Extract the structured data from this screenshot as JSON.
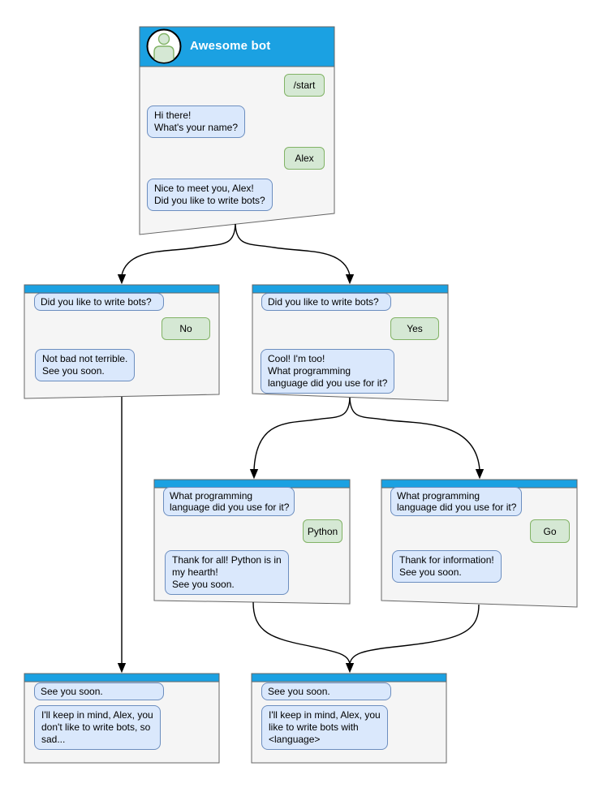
{
  "diagram": {
    "kind": "chat-bot-conversation-flowchart",
    "colors": {
      "header_blue": "#1ba1e2",
      "window_fill": "#f5f5f5",
      "window_border": "#666666",
      "bot_bubble_fill": "#dae8fc",
      "bot_bubble_border": "#6c8ebf",
      "user_bubble_fill": "#d5e8d4",
      "user_bubble_border": "#82b366",
      "arrow": "#000000",
      "title_text": "#ffffff"
    }
  },
  "windows": [
    {
      "key": "start",
      "title": "Awesome bot",
      "messages": [
        {
          "from": "user",
          "text": "/start"
        },
        {
          "from": "bot",
          "text": "Hi there!\nWhat's your name?"
        },
        {
          "from": "user",
          "text": "Alex"
        },
        {
          "from": "bot",
          "text": "Nice to meet you, Alex!\nDid you like to write bots?"
        }
      ]
    },
    {
      "key": "branch-no",
      "messages": [
        {
          "from": "bot",
          "text": "Did you like to write bots?"
        },
        {
          "from": "user",
          "text": "No"
        },
        {
          "from": "bot",
          "text": "Not bad not terrible.\nSee you soon."
        }
      ]
    },
    {
      "key": "branch-yes",
      "messages": [
        {
          "from": "bot",
          "text": "Did you like to write bots?"
        },
        {
          "from": "user",
          "text": "Yes"
        },
        {
          "from": "bot",
          "text": "Cool! I'm too!\nWhat programming\nlanguage did you use for it?"
        }
      ]
    },
    {
      "key": "lang-python",
      "messages": [
        {
          "from": "bot",
          "text": "What programming\nlanguage did you use for it?"
        },
        {
          "from": "user",
          "text": "Python"
        },
        {
          "from": "bot",
          "text": "Thank for all! Python is in\nmy hearth!\nSee you soon."
        }
      ]
    },
    {
      "key": "lang-go",
      "messages": [
        {
          "from": "bot",
          "text": "What programming\nlanguage did you use for it?"
        },
        {
          "from": "user",
          "text": "Go"
        },
        {
          "from": "bot",
          "text": "Thank for information!\nSee you soon."
        }
      ]
    },
    {
      "key": "end-no",
      "messages": [
        {
          "from": "bot",
          "text": "See you soon."
        },
        {
          "from": "bot",
          "text": "I'll keep in mind, Alex, you\ndon't like to write bots, so\nsad..."
        }
      ]
    },
    {
      "key": "end-yes",
      "messages": [
        {
          "from": "bot",
          "text": "See you soon."
        },
        {
          "from": "bot",
          "text": "I'll keep in mind, Alex, you\nlike to write bots with\n<language>"
        }
      ]
    }
  ],
  "edges": [
    {
      "from": "start",
      "to": "branch-no"
    },
    {
      "from": "start",
      "to": "branch-yes"
    },
    {
      "from": "branch-no",
      "to": "end-no"
    },
    {
      "from": "branch-yes",
      "to": "lang-python"
    },
    {
      "from": "branch-yes",
      "to": "lang-go"
    },
    {
      "from": "lang-python",
      "to": "end-yes"
    },
    {
      "from": "lang-go",
      "to": "end-yes"
    }
  ]
}
